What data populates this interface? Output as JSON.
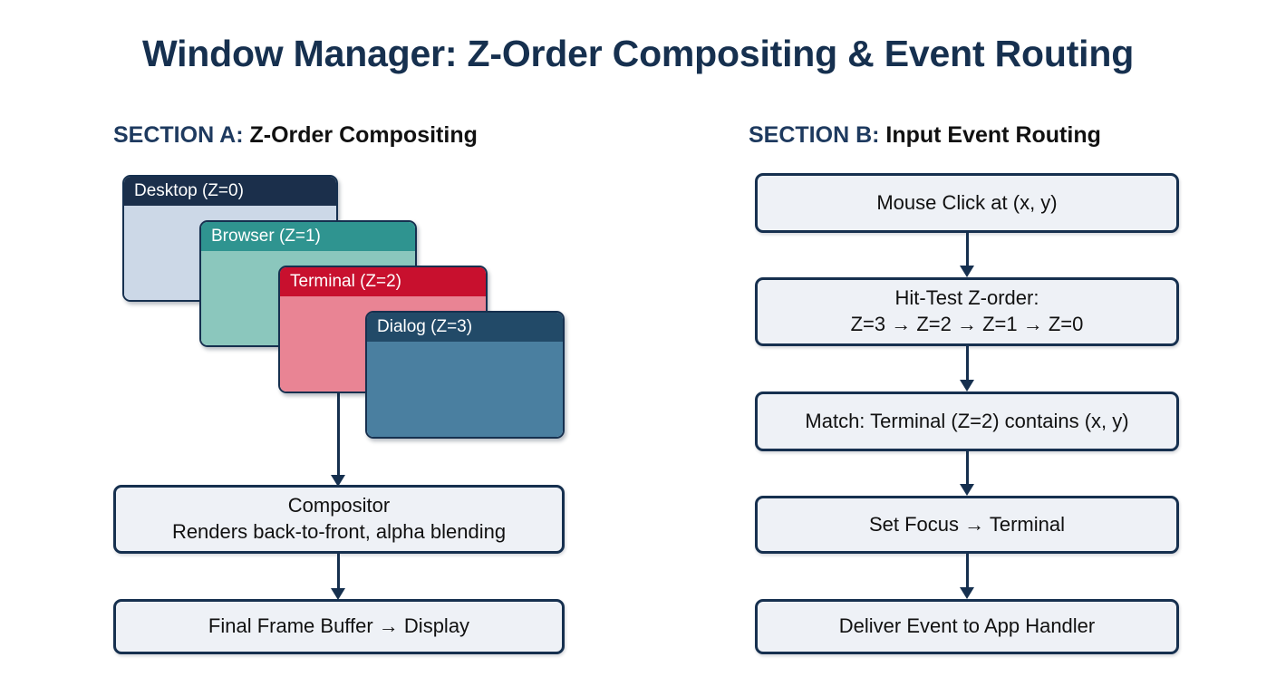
{
  "page": {
    "title": "Window Manager: Z-Order Compositing & Event Routing",
    "background": "#ffffff",
    "title_color": "#16304f"
  },
  "colors": {
    "navy": "#16304f",
    "accent_label": "#1e3a5f",
    "box_fill": "#eef1f6",
    "box_border": "#16304f",
    "text": "#111111"
  },
  "sections": {
    "a": {
      "label": "SECTION A:",
      "name": " Z-Order Compositing",
      "windows": [
        {
          "title": "Desktop (Z=0)",
          "z": 0,
          "titlebar_color": "#1b2f4b",
          "body_color": "#ccd8e7"
        },
        {
          "title": "Browser (Z=1)",
          "z": 1,
          "titlebar_color": "#2f9490",
          "body_color": "#8bc7bd"
        },
        {
          "title": "Terminal (Z=2)",
          "z": 2,
          "titlebar_color": "#c8102e",
          "body_color": "#e98494"
        },
        {
          "title": "Dialog (Z=3)",
          "z": 3,
          "titlebar_color": "#224a68",
          "body_color": "#4a7fa0"
        }
      ],
      "steps": [
        {
          "line1": "Compositor",
          "line2": "Renders back-to-front, alpha blending"
        },
        {
          "line1": "Final Frame Buffer → Display",
          "line2": ""
        }
      ]
    },
    "b": {
      "label": "SECTION B:",
      "name": " Input Event Routing",
      "steps": [
        {
          "line1": "Mouse Click at (x, y)",
          "line2": ""
        },
        {
          "line1": "Hit-Test Z-order:",
          "line2": "Z=3 → Z=2 → Z=1 → Z=0"
        },
        {
          "line1": "Match: Terminal (Z=2) contains (x, y)",
          "line2": ""
        },
        {
          "line1": "Set Focus → Terminal",
          "line2": ""
        },
        {
          "line1": "Deliver Event to App Handler",
          "line2": ""
        }
      ]
    }
  }
}
